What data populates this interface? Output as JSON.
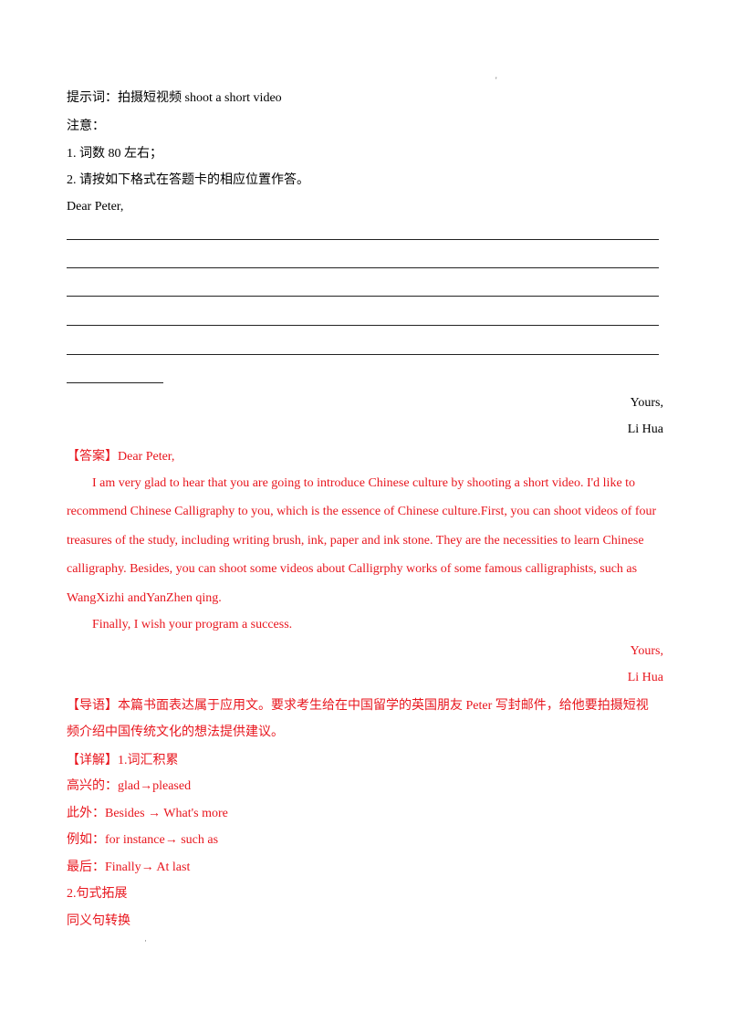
{
  "top_mark": "'",
  "bottom_mark": "·",
  "prompt": {
    "hint": "提示词：拍摄短视频 shoot a short video",
    "notes_title": "注意：",
    "note1": "1. 词数 80 左右；",
    "note2": "2. 请按如下格式在答题卡的相应位置作答。",
    "greeting": "Dear Peter,",
    "closing": "Yours,",
    "signature": "Li Hua"
  },
  "answer": {
    "label": "【答案】",
    "greeting": "Dear Peter,",
    "lines": [
      "I am very glad to hear that you are going to introduce Chinese culture by shooting a short video. I'd like to",
      "recommend Chinese Calligraphy to you, which is the essence of Chinese culture.First, you can shoot videos of four",
      "treasures of the study, including writing brush, ink, paper and ink stone. They are the necessities to learn Chinese",
      "calligraphy. Besides, you can shoot some videos about Calligrphy works of some famous calligraphists, such as",
      "WangXizhi andYanZhen qing."
    ],
    "final_line": "Finally, I wish your program a success.",
    "closing": "Yours,",
    "signature": "Li Hua"
  },
  "guide": {
    "label": "【导语】",
    "line1": "本篇书面表达属于应用文。要求考生给在中国留学的英国朋友 Peter 写封邮件，给他要拍摄短视",
    "line2": "频介绍中国传统文化的想法提供建议。"
  },
  "detail": {
    "label": "【详解】",
    "heading1": "1.词汇积累",
    "vocab": [
      "高兴的：glad→pleased",
      "此外：Besides → What's more",
      "例如：for instance→ such as",
      "最后：Finally→ At last"
    ],
    "heading2": "2.句式拓展",
    "sub": "同义句转换"
  }
}
